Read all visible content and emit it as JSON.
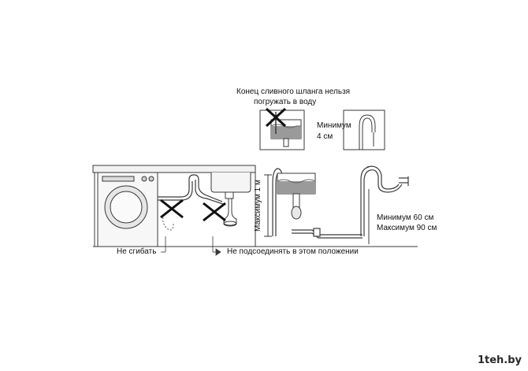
{
  "labels": {
    "no_submerge_line1": "Конец сливного шланга нельзя",
    "no_submerge_line2": "погружать в воду",
    "minimum_label": "Минимум",
    "minimum_value": "4 см",
    "max_height_vertical": "Максимум 1 м",
    "min_height": "Минимум 60 см",
    "max_height": "Максимум 90 см",
    "no_bend": "Не сгибать",
    "no_connect": "Не подсоединять в этом положении"
  },
  "watermark": "1teh.by",
  "colors": {
    "line": "#3a3a3a",
    "water": "#9a9a9a",
    "cross": "#111111"
  }
}
